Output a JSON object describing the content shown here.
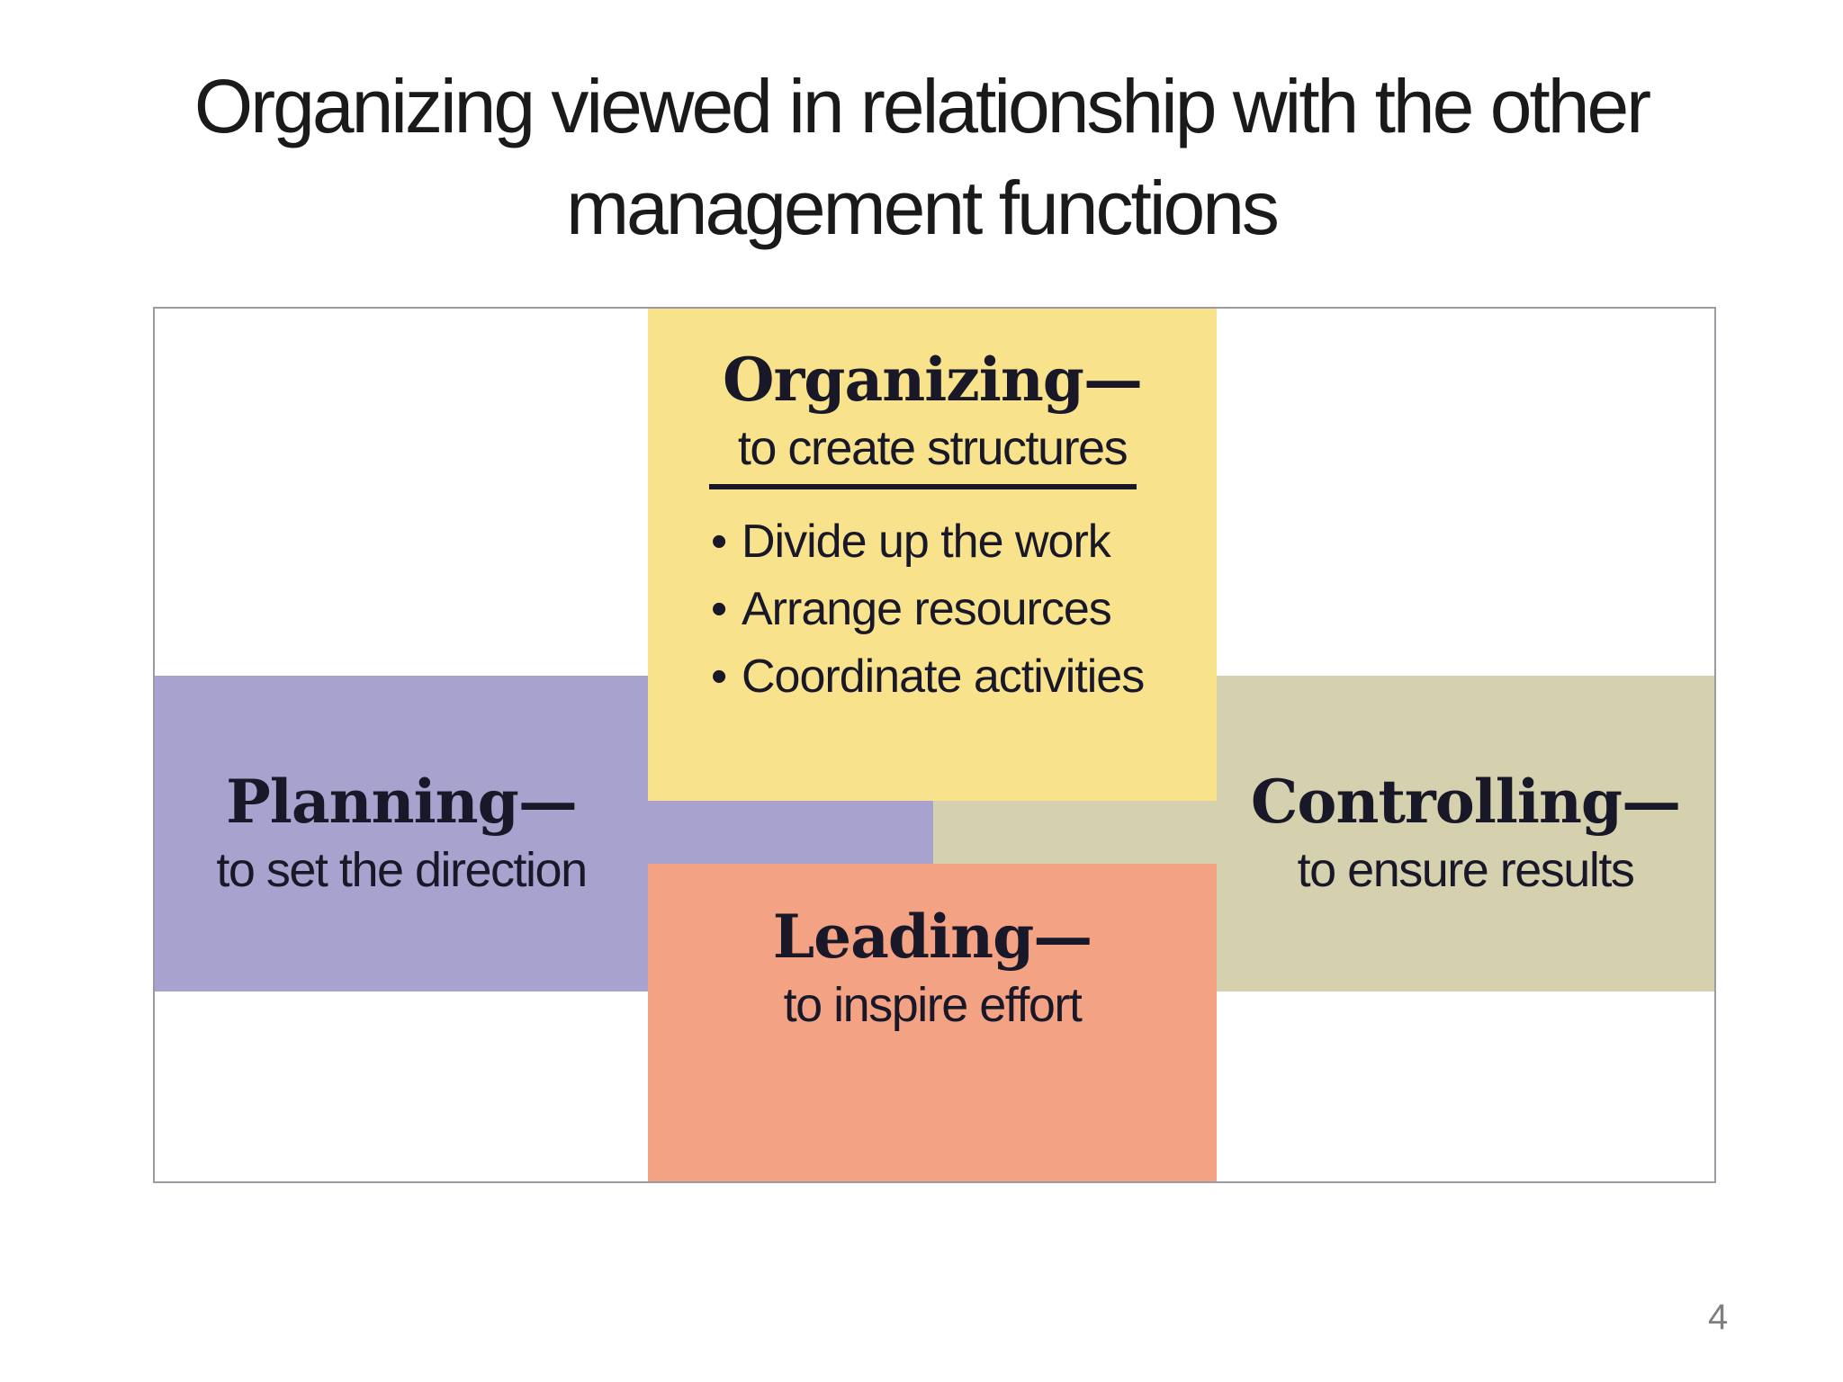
{
  "slide": {
    "title_line1": "Organizing viewed in relationship with the other",
    "title_line2": "management functions",
    "page_number": "4"
  },
  "colors": {
    "organizing_bg": "#F8E38C",
    "planning_bg": "#A8A3CE",
    "leading_bg": "#F3A284",
    "controlling_bg": "#D5D1AE",
    "panel_border": "#9B9BA3",
    "box_text": "#181828",
    "title_text": "#1A1A1A",
    "page_number_gray": "#7F7F7F"
  },
  "diagram": {
    "organizing": {
      "heading": "Organizing—",
      "subheading": "to create structures",
      "bullet_glyph": "•",
      "bullets": [
        "Divide up the work",
        "Arrange resources",
        "Coordinate activities"
      ]
    },
    "planning": {
      "heading": "Planning—",
      "subheading": "to set the direction"
    },
    "leading": {
      "heading": "Leading—",
      "subheading": "to inspire effort"
    },
    "controlling": {
      "heading": "Controlling—",
      "subheading": "to ensure results"
    }
  }
}
